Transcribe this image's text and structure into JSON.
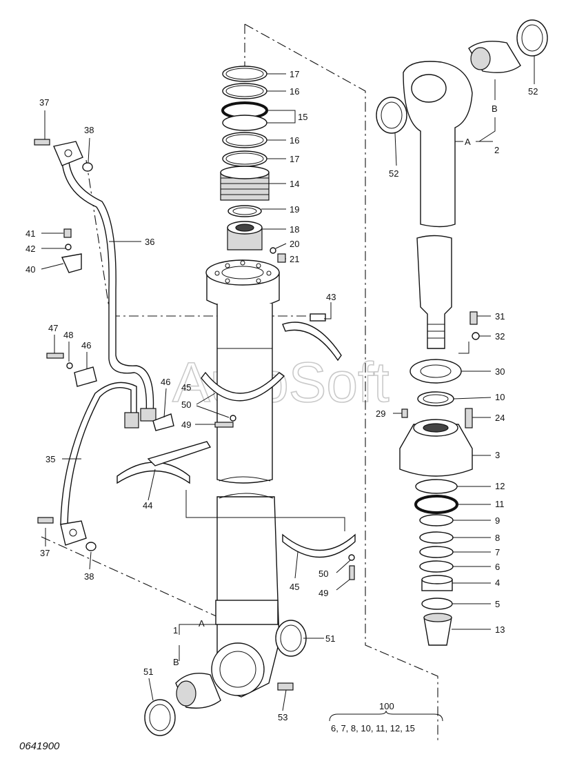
{
  "watermark": "AutoSoft",
  "drawing_code": "0641900",
  "kit": {
    "number": "100",
    "contents": "6, 7, 8, 10, 11, 12, 15"
  },
  "callouts": {
    "c17a": "17",
    "c16a": "16",
    "c15": "15",
    "c16b": "16",
    "c17b": "17",
    "c14": "14",
    "c19": "19",
    "c18": "18",
    "c20": "20",
    "c21": "21",
    "c37a": "37",
    "c38a": "38",
    "c36": "36",
    "c41": "41",
    "c42": "42",
    "c40": "40",
    "c43": "43",
    "c47": "47",
    "c48": "48",
    "c46a": "46",
    "c46b": "46",
    "c45a": "45",
    "c50a": "50",
    "c49a": "49",
    "c35": "35",
    "c44": "44",
    "c37b": "37",
    "c38b": "38",
    "c45b": "45",
    "c50b": "50",
    "c49b": "49",
    "c1": "1",
    "cA1": "A",
    "cB1": "B",
    "c51a": "51",
    "c51b": "51",
    "c53": "53",
    "c52a": "52",
    "c52b": "52",
    "cB2": "B",
    "cA2": "A",
    "c2": "2",
    "c31": "31",
    "c32": "32",
    "c30": "30",
    "c10": "10",
    "c29": "29",
    "c24": "24",
    "c3": "3",
    "c12": "12",
    "c11": "11",
    "c9": "9",
    "c8": "8",
    "c7": "7",
    "c6": "6",
    "c4": "4",
    "c5": "5",
    "c13": "13"
  }
}
